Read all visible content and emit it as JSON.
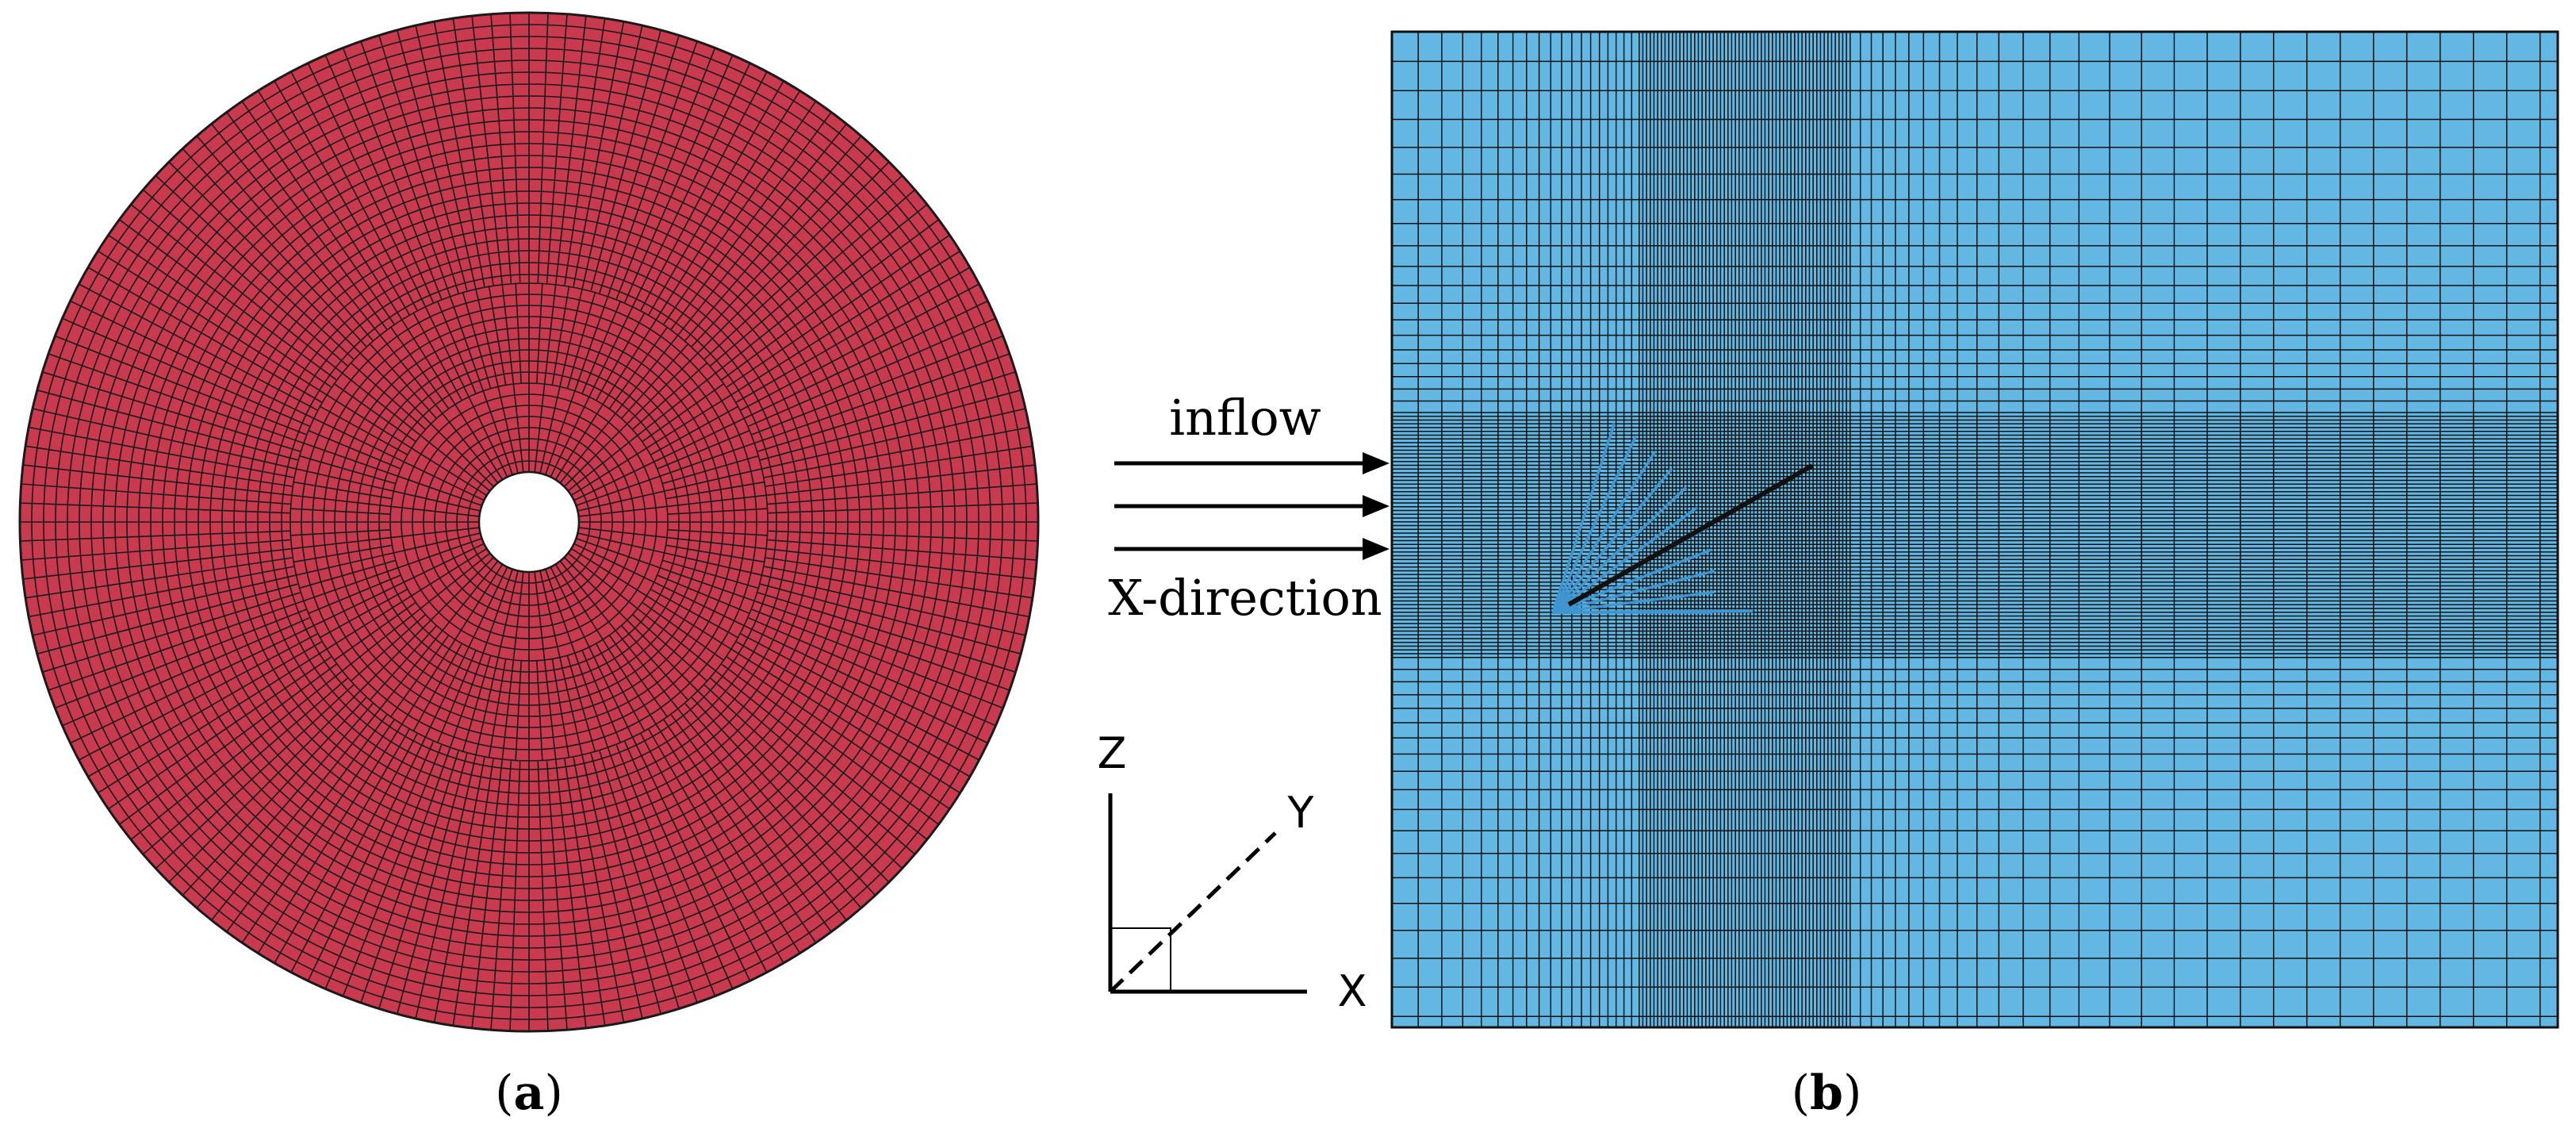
{
  "panel_a": {
    "caption_open": "(",
    "caption_letter": "a",
    "caption_close": ")",
    "mesh_fill": "#c93a4e",
    "line_color": "#1a1a1a"
  },
  "panel_b": {
    "caption_open": "(",
    "caption_letter": "b",
    "caption_close": ")",
    "mesh_fill": "#62b8e3",
    "line_color": "#111111",
    "blade_color": "#3f95d0"
  },
  "flow": {
    "top_label": "inflow",
    "bottom_label": "X-direction"
  },
  "axes": {
    "z": "Z",
    "y": "Y",
    "x": "X"
  }
}
